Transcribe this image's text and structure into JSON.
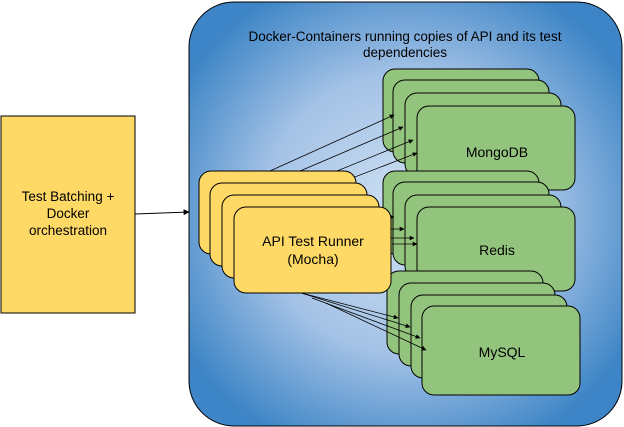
{
  "colors": {
    "yellow": "#ffd966",
    "green": "#93c47d",
    "container_inner": "#cfe2f3",
    "container_outer": "#3d85c6",
    "stroke": "#000000"
  },
  "orchestrator": {
    "lines": [
      "Test Batching +",
      "Docker",
      "orchestration"
    ]
  },
  "container": {
    "lines": [
      "Docker-Containers running copies of API and its test",
      "dependencies"
    ]
  },
  "test_runner": {
    "lines": [
      "API Test Runner",
      "(Mocha)"
    ]
  },
  "services": {
    "mongodb": "MongoDB",
    "redis": "Redis",
    "mysql": "MySQL"
  }
}
